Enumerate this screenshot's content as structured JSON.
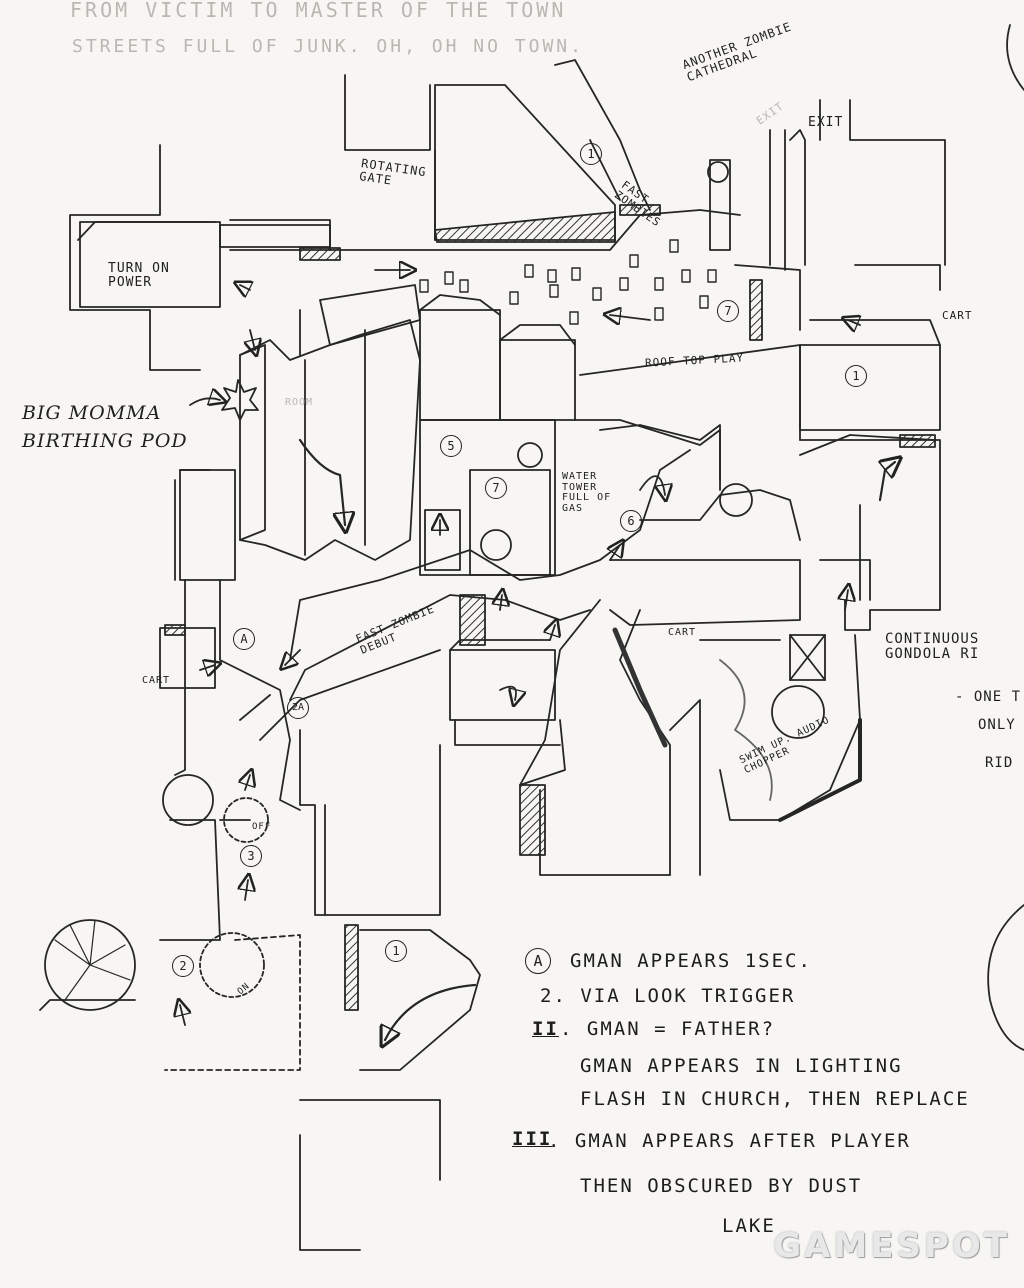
{
  "faint_header": {
    "line1": "FROM VICTIM TO MASTER OF THE TOWN",
    "line2": "STREETS FULL OF JUNK. OH, OH NO TOWN."
  },
  "labels": {
    "turn_on_power": "TURN ON POWER",
    "rotating_gate": "ROTATING GATE",
    "another_cathedral": "ANOTHER ZOMBIE CATHEDRAL",
    "fast_zombies": "FAST ZOMBIES",
    "exit": "EXIT",
    "exit2": "EXIT",
    "cart_top": "CART",
    "roof_top_play": "ROOF TOP PLAY",
    "big_momma": "BIG MOMMA BIRTHING POD",
    "room": "ROOM",
    "water_tower": "WATER TOWER FULL OF GAS",
    "fast_zombie_debut": "FAST ZOMBIE DEBUT",
    "cart_left": "CART",
    "cart_mid": "CART",
    "continuous_gondola": "CONTINUOUS GONDOLA RI",
    "one_t": "- ONE T",
    "only": "ONLY",
    "rid": "RID",
    "swim_up": "SWIM UP. AUDIO CHOPPER",
    "off": "OFF",
    "on": "ON"
  },
  "markers": {
    "m1_top": "1",
    "m7_top": "7",
    "m1_right": "1",
    "m5": "5",
    "m7_mid": "7",
    "m6": "6",
    "mA": "A",
    "m2A": "2A",
    "m3": "3",
    "m2": "2",
    "m1_bottom": "1"
  },
  "notes": {
    "a_line1": "GMAN APPEARS 1SEC.",
    "a_marker": "A",
    "a_line2": "2. VIA LOOK TRIGGER",
    "ii_marker": "II",
    "ii_line1": ". GMAN = FATHER?",
    "ii_line2": "GMAN APPEARS IN LIGHTING",
    "ii_line3": "FLASH IN CHURCH, THEN REPLACE",
    "iii_marker": "III",
    "iii_line1": ". GMAN APPEARS AFTER PLAYER",
    "iii_line2": "THEN OBSCURED BY DUST",
    "iii_line3": "LAKE"
  },
  "watermark": "GAMESPOT",
  "colors": {
    "paper": "#f7f6f3",
    "ink": "#222222"
  }
}
